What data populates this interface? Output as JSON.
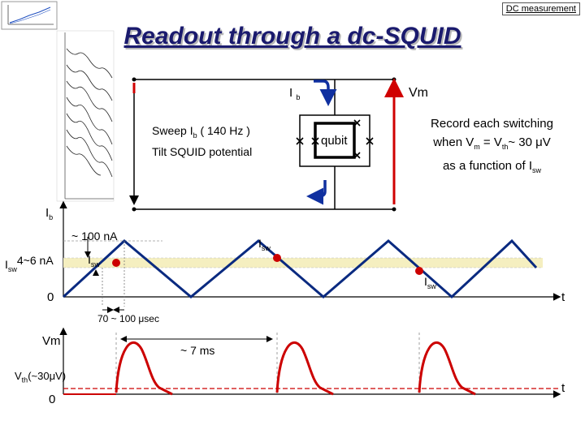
{
  "header": {
    "corner_label": "DC measurement",
    "title": "Readout through a dc-SQUID"
  },
  "circuit": {
    "ib_label": "I",
    "ib_sub": "b",
    "vm_label": "Vm",
    "qubit_label": "qubit"
  },
  "sweep_note": {
    "line1_a": "Sweep  I",
    "line1_sub": "b",
    "line1_b": " ( 140 Hz )",
    "line2": "Tilt SQUID potential"
  },
  "record_note": {
    "line1": "Record each switching",
    "line2_a": "when V",
    "line2_sub1": "m",
    "line2_b": " = V",
    "line2_sub2": "th",
    "line2_c": "~ 30 μV",
    "line3_a": "as a function of  I",
    "line3_sub": "sw"
  },
  "ib_plot": {
    "y_label": "I",
    "y_label_sub": "b",
    "amplitude_label": "~ 100 nA",
    "isw_left_a": "I",
    "isw_left_sub": "sw",
    "isw_left_b": "4~6 nA",
    "isw_peak1_a": "I",
    "isw_peak1_sub": "sw",
    "isw_peak2_a": "I",
    "isw_peak2_sub": "sw",
    "isw_right_a": "I",
    "isw_right_sub": "sw",
    "zero_label": "0",
    "t_label": "t",
    "delay_label": "70 ~ 100 μsec"
  },
  "vm_plot": {
    "y_label": "Vm",
    "vth_label": "V",
    "vth_sub": "th",
    "vth_rest": "(~30μV)",
    "period_label": "~ 7 ms",
    "zero_label": "0",
    "t_label": "t"
  },
  "colors": {
    "title": "#1a1a6e",
    "wire": "#000000",
    "arrow_blue": "#1030a0",
    "vm_red": "#d00000",
    "marker_red": "#cc0000",
    "band_yellow": "#f5efc0",
    "pulse_red": "#cc0000",
    "threshold_dash": "#cc0000"
  },
  "thumbnail": {
    "description_hidden": ""
  }
}
